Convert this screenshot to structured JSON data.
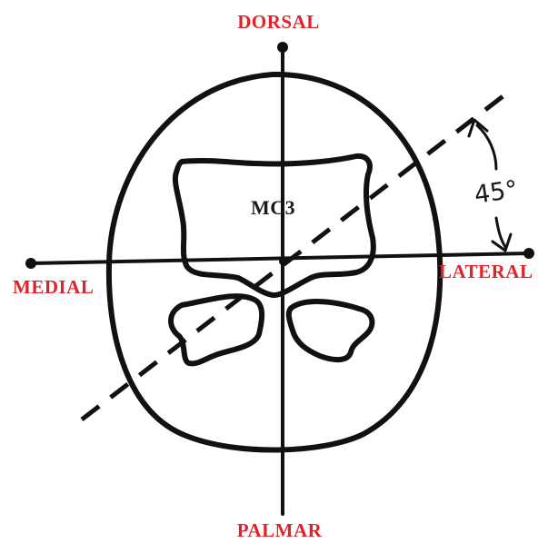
{
  "labels": {
    "dorsal": "DORSAL",
    "palmar": "PALMAR",
    "medial": "MEDIAL",
    "lateral": "LATERAL",
    "bone": "MC3",
    "angle": "45°"
  },
  "colors": {
    "label_red": "#e0222a",
    "ink": "#111111"
  },
  "parts": {
    "outline": "ellipse",
    "cortex": "irregular",
    "sesamoids": 2,
    "axes": [
      "dorsal-palmar",
      "medial-lateral"
    ],
    "oblique": "dashed",
    "angle_deg": 45
  }
}
